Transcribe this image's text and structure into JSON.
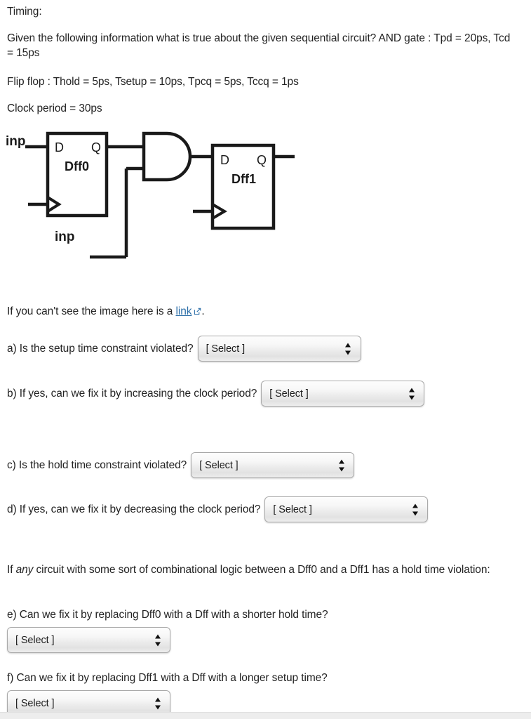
{
  "document": {
    "heading": "Timing:",
    "given_info": "Given the following information what is true about the given sequential circuit? AND gate : Tpd = 20ps, Tcd = 15ps",
    "flip_flop_info": "Flip flop : Thold = 5ps, Tsetup = 10ps, Tpcq = 5ps, Tccq = 1ps",
    "clock_info": "Clock period = 30ps",
    "image_fallback_prefix": "If you can't see the image here is a ",
    "image_fallback_link": "link",
    "image_fallback_suffix": ".",
    "hold_violation_intro_pre": "If ",
    "hold_violation_intro_italic": "any",
    "hold_violation_intro_post": " circuit with some sort of combinational logic between a Dff0 and a Dff1 has a hold time violation:"
  },
  "circuit": {
    "input_label_top": "inp",
    "input_label_bottom": "inp",
    "dff0": {
      "name": "Dff0",
      "d_pin": "D",
      "q_pin": "Q"
    },
    "dff1": {
      "name": "Dff1",
      "d_pin": "D",
      "q_pin": "Q"
    },
    "gate_type": "AND",
    "stroke_color": "#1a1a1a"
  },
  "questions": [
    {
      "id": "a",
      "label": "a) Is the setup time constraint violated?",
      "select_value": "[ Select ]",
      "layout": "inline"
    },
    {
      "id": "b",
      "label": "b) If yes, can we fix it by increasing the clock period?",
      "select_value": "[ Select ]",
      "layout": "inline"
    },
    {
      "id": "c",
      "label": "c) Is the hold time constraint violated?",
      "select_value": "[ Select ]",
      "layout": "inline"
    },
    {
      "id": "d",
      "label": "d) If yes, can we fix it by decreasing the clock period?",
      "select_value": "[ Select ]",
      "layout": "inline"
    },
    {
      "id": "e",
      "label": "e) Can we fix it by replacing Dff0 with a Dff with a shorter hold time?",
      "select_value": "[ Select ]",
      "layout": "block"
    },
    {
      "id": "f",
      "label": "f) Can we fix it by replacing Dff1 with a Dff with a longer setup time?",
      "select_value": "[ Select ]",
      "layout": "block"
    }
  ],
  "colors": {
    "link": "#2b6ea8",
    "text": "#232323",
    "dropdown_border": "#a9a9a9"
  }
}
